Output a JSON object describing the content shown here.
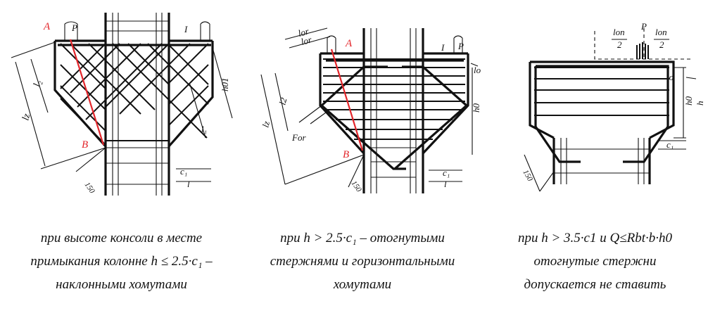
{
  "panels": [
    {
      "labels": {
        "A": "A",
        "B": "B",
        "P": "P",
        "I": "I",
        "l2": "l₂",
        "lz": "lz",
        "h01": "h01",
        "l1": "l₁",
        "c1": "c₁",
        "l": "l",
        "dim150": "150"
      },
      "caption": [
        "при высоте консоли в месте",
        "примыкания колонне h ≤ 2.5·c₁ –",
        "наклонными хомутами"
      ]
    },
    {
      "labels": {
        "A": "A",
        "B": "B",
        "P": "P",
        "I": "I",
        "lor1": "lor",
        "lor2": "lor",
        "lo": "lo",
        "l2": "l2",
        "h0": "h0",
        "lz": "lz",
        "For": "For",
        "c1": "c₁",
        "l": "l",
        "dim150": "150"
      },
      "caption": [
        "при h > 2.5·c₁ – отогнутыми",
        "стержнями и горизонтальными",
        "хомутами"
      ]
    },
    {
      "labels": {
        "P": "P",
        "lon_left": "lon",
        "lon_right": "lon",
        "two_left": "2",
        "two_right": "2",
        "lo": "lo",
        "h0": "h0",
        "h": "h",
        "c1": "c₁",
        "dim150": "150"
      },
      "caption": [
        "при h > 3.5·c1 и Q≤Rbt·b·h0",
        "отогнутые стержни",
        "допускается не ставить"
      ]
    }
  ],
  "colors": {
    "ink": "#111111",
    "highlight": "#e3262b",
    "background": "#ffffff"
  }
}
